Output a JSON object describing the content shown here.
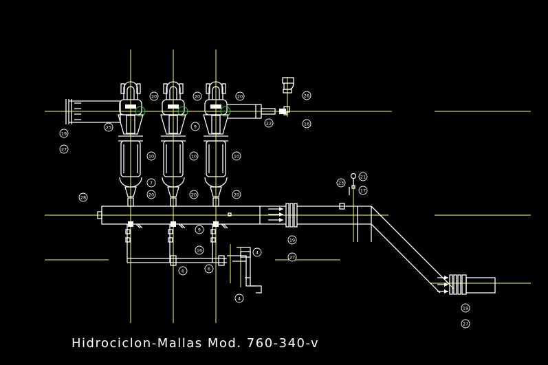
{
  "drawing": {
    "title": "Hidrociclon-Mallas Mod. 760-340-v",
    "colors": {
      "background": "#000000",
      "lines": "#ffffff",
      "centerlines": "#ffff55",
      "accent": "#33cc33"
    }
  },
  "callouts": [
    {
      "label": "20"
    },
    {
      "label": "20"
    },
    {
      "label": "20"
    },
    {
      "label": "26"
    },
    {
      "label": "19"
    },
    {
      "label": "25"
    },
    {
      "label": "9"
    },
    {
      "label": "22"
    },
    {
      "label": "16"
    },
    {
      "label": "27"
    },
    {
      "label": "10"
    },
    {
      "label": "10"
    },
    {
      "label": "10"
    },
    {
      "label": "7"
    },
    {
      "label": "20"
    },
    {
      "label": "20"
    },
    {
      "label": "20"
    },
    {
      "label": "28"
    },
    {
      "label": "21"
    },
    {
      "label": "23"
    },
    {
      "label": "17"
    },
    {
      "label": "9"
    },
    {
      "label": "19"
    },
    {
      "label": "16"
    },
    {
      "label": "4"
    },
    {
      "label": "27"
    },
    {
      "label": "6"
    },
    {
      "label": "6"
    },
    {
      "label": "4"
    },
    {
      "label": "19"
    },
    {
      "label": "27"
    }
  ]
}
